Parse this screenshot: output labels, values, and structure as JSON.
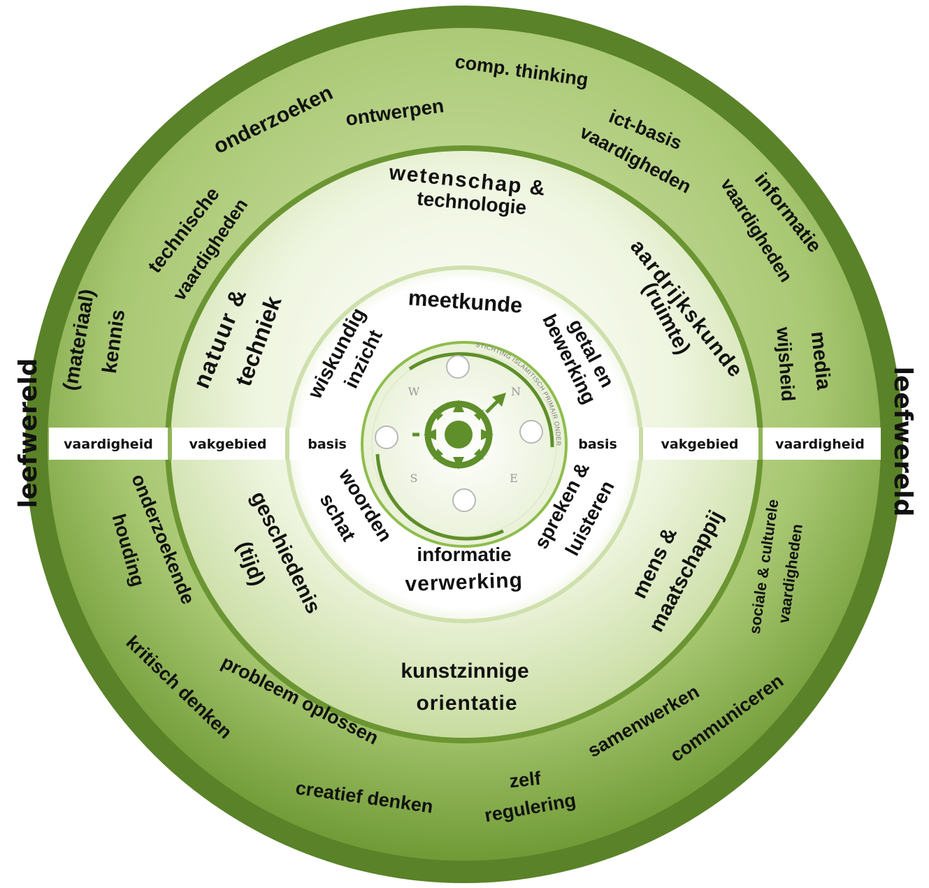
{
  "edge_labels": {
    "left": "leefwereld",
    "right": "leefwereld"
  },
  "band_labels": {
    "left_vaardigheid": "vaardigheid",
    "left_vakgebied": "vakgebied",
    "left_basis": "basis",
    "right_basis": "basis",
    "right_vakgebied": "vakgebied",
    "right_vaardigheid": "vaardigheid"
  },
  "outer_ring": {
    "onderzoeken": "onderzoeken",
    "ontwerpen": "ontwerpen",
    "comp_thinking": "comp. thinking",
    "ict_basis_1": "ict-basis",
    "ict_basis_2": "vaardigheden",
    "informatie_1": "informatie",
    "informatie_2": "vaardigheden",
    "media_1": "media",
    "media_2": "wijsheid",
    "technische_1": "technische",
    "technische_2": "vaardigheden",
    "materiaal_1": "(materiaal)",
    "materiaal_2": "kennis",
    "onderzoekende_1": "onderzoekende",
    "onderzoekende_2": "houding",
    "kritisch": "kritisch denken",
    "probleem": "probleem oplossen",
    "creatief": "creatief denken",
    "zelf_1": "zelf",
    "zelf_2": "regulering",
    "samenwerken": "samenwerken",
    "communiceren": "communiceren",
    "sociale_1": "sociale & culturele",
    "sociale_2": "vaardigheden"
  },
  "middle_ring": {
    "wetenschap_1": "wetenschap &",
    "wetenschap_2": "technologie",
    "aardrijkskunde_1": "aardrijkskunde",
    "aardrijkskunde_2": "(ruimte)",
    "natuur_1": "natuur &",
    "natuur_2": "techniek",
    "geschiedenis_1": "geschiedenis",
    "geschiedenis_2": "(tijd)",
    "mens_1": "mens &",
    "mens_2": "maatschappij",
    "kunst_1": "kunstzinnige",
    "kunst_2": "orientatie"
  },
  "inner_ring": {
    "meetkunde": "meetkunde",
    "getal_1": "getal en",
    "getal_2": "bewerking",
    "wiskundig_1": "wiskundig",
    "wiskundig_2": "inzicht",
    "woorden_1": "woorden",
    "woorden_2": "schat",
    "informatie_1": "informatie",
    "informatie_2": "verwerking",
    "spreken_1": "spreken &",
    "spreken_2": "luisteren"
  },
  "logo": {
    "arc_text": "STICHTING ISLAMITISCH PRIMAIR ONDERWIJS",
    "compass_n": "N",
    "compass_e": "E",
    "compass_s": "S",
    "compass_w": "W",
    "colors": {
      "primary": "#5f8f2a",
      "light": "#9cc25a"
    }
  },
  "colors": {
    "outer_dark": "#5a8228",
    "outer_light": "#b9d389",
    "middle_light": "#eaf2d8",
    "band": "#ffffff"
  }
}
